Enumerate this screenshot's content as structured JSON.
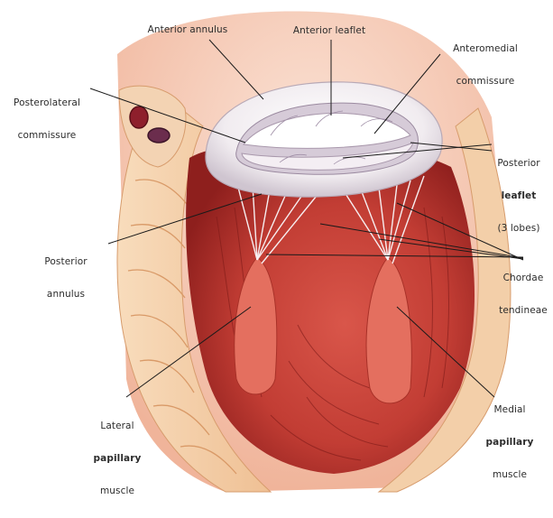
{
  "labels": {
    "anterior_annulus": "Anterior annulus",
    "anterior_leaflet": "Anterior leaflet",
    "anteromedial_commissure_1": "Anteromedial",
    "anteromedial_commissure_2": "commissure",
    "posterolateral_commissure_1": "Posterolateral",
    "posterolateral_commissure_2": "commissure",
    "posterior_leaflet_1": "Posterior",
    "posterior_leaflet_2": "leaflet",
    "posterior_leaflet_3": "(3 lobes)",
    "posterior_annulus_1": "Posterior",
    "posterior_annulus_2": "annulus",
    "chordae_tendineae_1": "Chordae",
    "chordae_tendineae_2": "tendineae",
    "lateral_papillary_1": "Lateral",
    "lateral_papillary_2": "papillary",
    "lateral_papillary_3": "muscle",
    "medial_papillary_1": "Medial",
    "medial_papillary_2": "papillary",
    "medial_papillary_3": "muscle"
  },
  "colors": {
    "label_text": "#2b2b2b",
    "leader_line": "#1a1a1a",
    "myocardium": "#c8463c",
    "myocardium_dark": "#8e1f1d",
    "myocardium_light": "#e07666",
    "wall_tan": "#f2c9a0",
    "wall_tan_light": "#f8dcbc",
    "valve_white": "#f6f2f4",
    "valve_shadow": "#c9bfcb",
    "background": "#ffffff"
  }
}
